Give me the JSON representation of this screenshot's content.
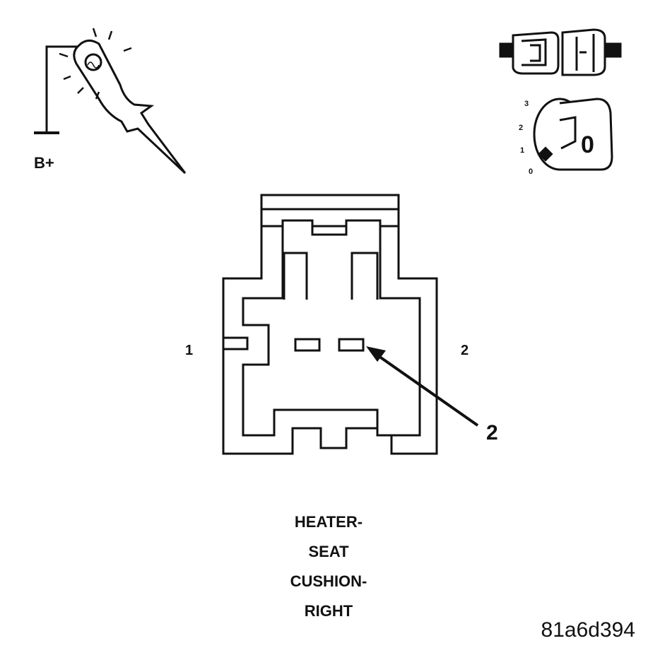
{
  "probe": {
    "supply_label": "B+"
  },
  "ignition": {
    "positions": [
      "3",
      "2",
      "1",
      "0"
    ],
    "key_label": "0"
  },
  "connector": {
    "pin_left_label": "1",
    "pin_right_label": "2",
    "callout_label": "2"
  },
  "caption": {
    "lines": [
      "HEATER-",
      "SEAT",
      "CUSHION-",
      "RIGHT"
    ]
  },
  "figure_id": "81a6d394"
}
